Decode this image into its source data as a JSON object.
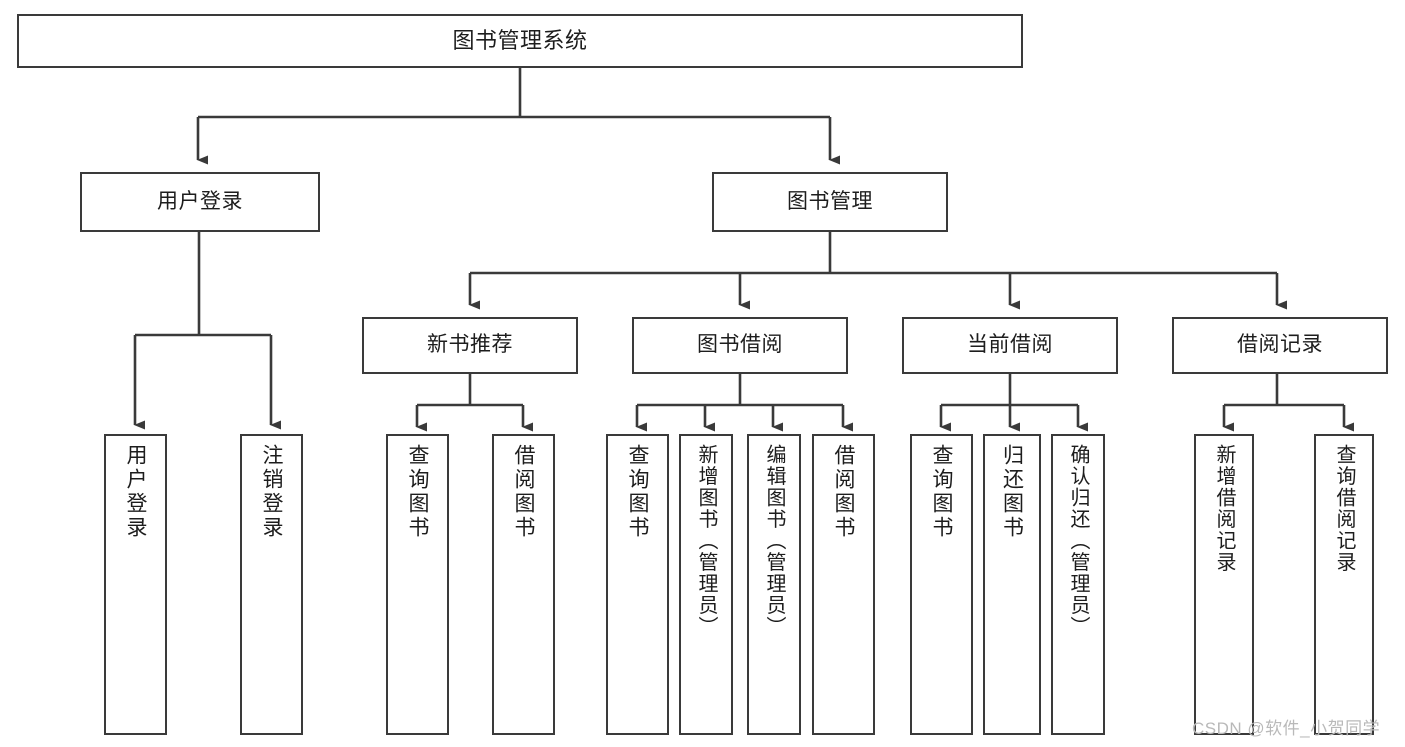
{
  "diagram": {
    "type": "tree",
    "title": "图书管理系统",
    "watermark": "CSDN @软件_小贺同学",
    "colors": {
      "stroke": "#3a3a3a",
      "fill": "#ffffff",
      "text": "#1d1d1d",
      "watermark": "#b9b9b9"
    },
    "nodes": {
      "root": {
        "label": "图书管理系统"
      },
      "level1": [
        {
          "label": "用户登录"
        },
        {
          "label": "图书管理"
        }
      ],
      "level2": [
        {
          "label": "新书推荐"
        },
        {
          "label": "图书借阅"
        },
        {
          "label": "当前借阅"
        },
        {
          "label": "借阅记录"
        }
      ],
      "leaves": {
        "user_login": [
          {
            "label": "用户登录"
          },
          {
            "label": "注销登录"
          }
        ],
        "new_books": [
          {
            "label": "查询图书"
          },
          {
            "label": "借阅图书"
          }
        ],
        "book_borrow": [
          {
            "label": "查询图书"
          },
          {
            "label": "新增图书（管理员）"
          },
          {
            "label": "编辑图书（管理员）"
          },
          {
            "label": "借阅图书"
          }
        ],
        "current_borrow": [
          {
            "label": "查询图书"
          },
          {
            "label": "归还图书"
          },
          {
            "label": "确认归还（管理员）"
          }
        ],
        "borrow_records": [
          {
            "label": "新增借阅记录"
          },
          {
            "label": "查询借阅记录"
          }
        ]
      }
    }
  }
}
